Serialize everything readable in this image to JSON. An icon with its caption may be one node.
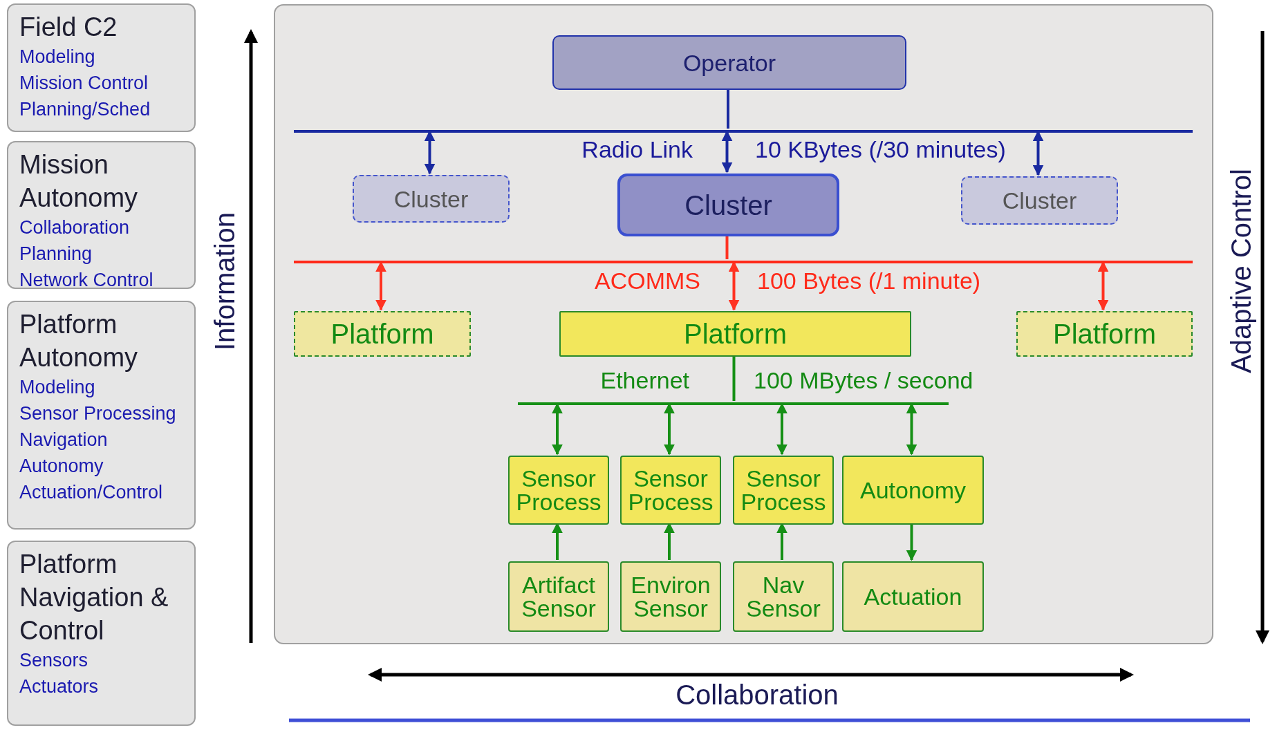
{
  "diagram": {
    "nodes": [
      {
        "text": [
          "Field C2",
          "Modeling",
          "Mission Control",
          "Planning/Sched"
        ]
      },
      {
        "text": [
          "Mission Autonomy",
          "Collaboration",
          "Planning",
          "Network Control"
        ]
      },
      {
        "text": [
          "Platform Autonomy",
          "Modeling",
          "Sensor Processing",
          "Navigation",
          "Autonomy",
          "Actuation/Control"
        ]
      },
      {
        "text": [
          "Platform Navigation & Control",
          "Sensors",
          "Actuators"
        ]
      },
      {
        "text": [],
        "shape": "box"
      },
      {
        "text": [
          "Operator"
        ],
        "in": 4
      },
      {
        "text": [],
        "shape": "bar",
        "in": 4,
        "beside": [
          "Radio Link",
          "10 KBytes (/30 minutes)"
        ]
      },
      {
        "text": [
          "Cluster"
        ],
        "in": 4
      },
      {
        "text": [
          "Cluster"
        ],
        "in": 4
      },
      {
        "text": [
          "Cluster"
        ],
        "in": 4
      },
      {
        "text": [],
        "shape": "bar",
        "in": 4,
        "beside": [
          "ACOMMS",
          "100 Bytes (/1 minute)"
        ]
      },
      {
        "text": [
          "Platform"
        ],
        "in": 4
      },
      {
        "text": [
          "Platform"
        ],
        "in": 4
      },
      {
        "text": [
          "Platform"
        ],
        "in": 4
      },
      {
        "text": [],
        "shape": "bar",
        "in": 4,
        "beside": [
          "Ethernet",
          "100 MBytes / second"
        ]
      },
      {
        "text": [
          "Sensor Process"
        ],
        "in": 4
      },
      {
        "text": [
          "Sensor Process"
        ],
        "in": 4
      },
      {
        "text": [
          "Sensor Process"
        ],
        "in": 4
      },
      {
        "text": [
          "Autonomy"
        ],
        "in": 4
      },
      {
        "text": [
          "Artifact Sensor"
        ],
        "in": 4
      },
      {
        "text": [
          "Environ Sensor"
        ],
        "in": 4
      },
      {
        "text": [
          "Nav Sensor"
        ],
        "in": 4
      },
      {
        "text": [
          "Actuation"
        ],
        "in": 4
      }
    ],
    "edges": [
      {
        "from": 5,
        "to": 6,
        "arrow": "none",
        "color": "#1a2aa0"
      },
      {
        "from": 6,
        "to": 7,
        "arrow": "both",
        "color": "#1a2aa0"
      },
      {
        "from": 6,
        "to": 8,
        "arrow": "both",
        "color": "#1a2aa0"
      },
      {
        "from": 6,
        "to": 9,
        "arrow": "both",
        "color": "#1a2aa0"
      },
      {
        "from": 8,
        "to": 10,
        "arrow": "none",
        "color": "#ff3322"
      },
      {
        "from": 10,
        "to": 11,
        "arrow": "both",
        "color": "#ff3322"
      },
      {
        "from": 10,
        "to": 12,
        "arrow": "both",
        "color": "#ff3322"
      },
      {
        "from": 10,
        "to": 13,
        "arrow": "both",
        "color": "#ff3322"
      },
      {
        "from": 12,
        "to": 14,
        "arrow": "none"
      },
      {
        "from": 14,
        "to": 15,
        "arrow": "both"
      },
      {
        "from": 14,
        "to": 16,
        "arrow": "both"
      },
      {
        "from": 14,
        "to": 17,
        "arrow": "both"
      },
      {
        "from": 14,
        "to": 18,
        "arrow": "both"
      },
      {
        "from": 19,
        "to": 15,
        "arrow": "to"
      },
      {
        "from": 20,
        "to": 16,
        "arrow": "to"
      },
      {
        "from": 21,
        "to": 17,
        "arrow": "to"
      },
      {
        "from": 18,
        "to": 22,
        "arrow": "to"
      }
    ],
    "labels": [
      "Information",
      "Adaptive Control",
      "Collaboration"
    ]
  }
}
